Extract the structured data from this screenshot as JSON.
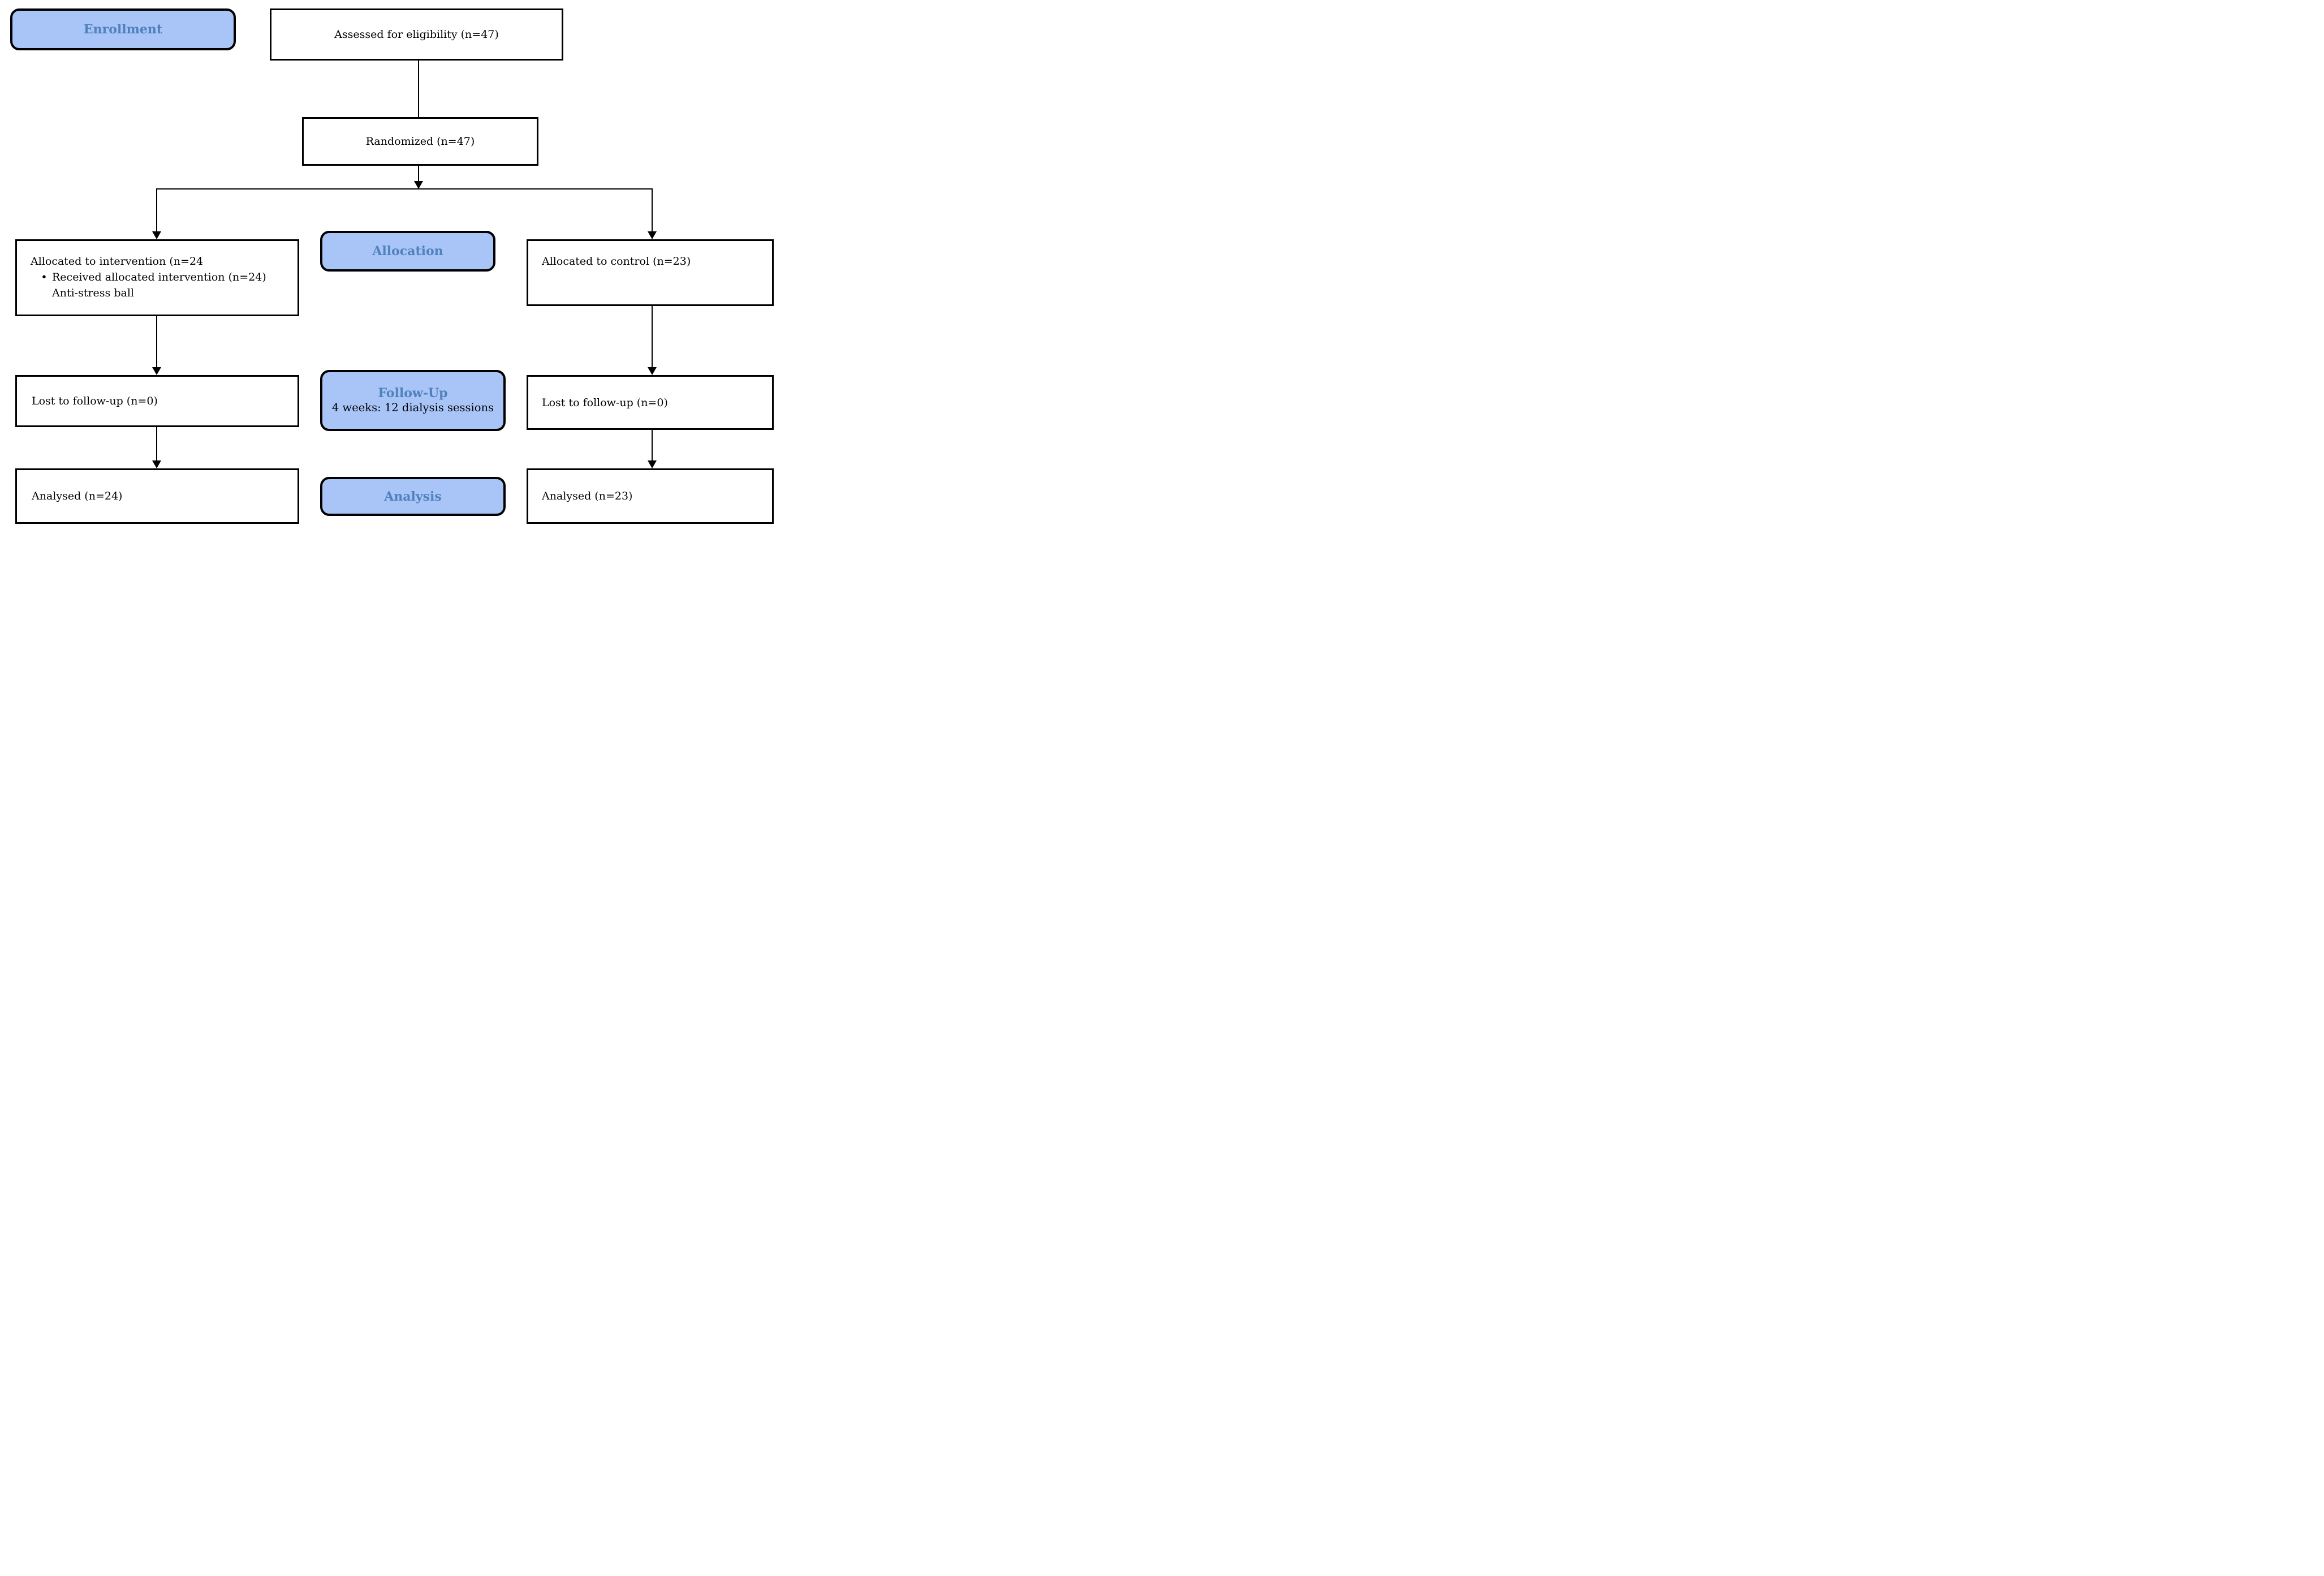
{
  "diagram": {
    "type": "consort-flow",
    "colors": {
      "stage_fill": "#a9c5f7",
      "stage_text": "#4f81bd",
      "box_border": "#000000",
      "background": "#ffffff"
    },
    "bullet_glyph": "•",
    "stages": {
      "enrollment": "Enrollment",
      "allocation": "Allocation",
      "followup": "Follow-Up",
      "followup_sub": "4 weeks: 12 dialysis sessions",
      "analysis": "Analysis"
    },
    "nodes": {
      "assessed": "Assessed for eligibility (n=47)",
      "randomized": "Randomized (n=47)",
      "allocated_intervention_line1": "Allocated to intervention (n=24",
      "allocated_intervention_bullet": "Received allocated intervention (n=24)",
      "allocated_intervention_line3": "Anti-stress ball",
      "allocated_control": "Allocated to control (n=23)",
      "lost_intervention": "Lost to follow-up (n=0)",
      "lost_control": "Lost to follow-up (n=0)",
      "analysed_intervention": "Analysed (n=24)",
      "analysed_control": "Analysed (n=23)"
    },
    "edges": [
      {
        "from": "assessed",
        "to": "randomized",
        "arrowhead": false
      },
      {
        "from": "randomized",
        "to": "split",
        "arrowhead": true
      },
      {
        "from": "split",
        "to": "allocated_intervention",
        "arrowhead": true
      },
      {
        "from": "split",
        "to": "allocated_control",
        "arrowhead": true
      },
      {
        "from": "allocated_intervention",
        "to": "lost_intervention",
        "arrowhead": true
      },
      {
        "from": "allocated_control",
        "to": "lost_control",
        "arrowhead": true
      },
      {
        "from": "lost_intervention",
        "to": "analysed_intervention",
        "arrowhead": true
      },
      {
        "from": "lost_control",
        "to": "analysed_control",
        "arrowhead": true
      }
    ]
  }
}
